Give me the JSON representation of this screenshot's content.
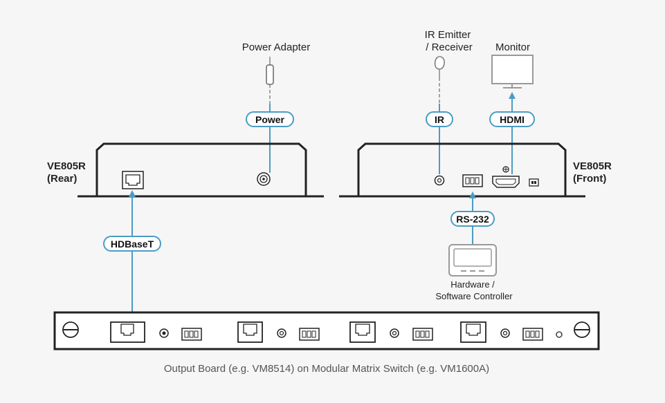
{
  "labels": {
    "power_adapter": "Power Adapter",
    "ir_emitter_line1": "IR Emitter",
    "ir_emitter_line2": "/ Receiver",
    "monitor": "Monitor",
    "rear_unit_line1": "VE805R",
    "rear_unit_line2": "(Rear)",
    "front_unit_line1": "VE805R",
    "front_unit_line2": "(Front)",
    "controller_line1": "Hardware /",
    "controller_line2": "Software Controller",
    "caption": "Output Board (e.g. VM8514) on Modular Matrix Switch (e.g. VM1600A)"
  },
  "connections": {
    "power": "Power",
    "ir": "IR",
    "hdmi": "HDMI",
    "rs232": "RS-232",
    "hdbaset": "HDBaseT"
  },
  "colors": {
    "cable": "#4a9cc4",
    "outline": "#222222",
    "pill_border": "#4a9cc4",
    "background": "#f6f6f6"
  }
}
